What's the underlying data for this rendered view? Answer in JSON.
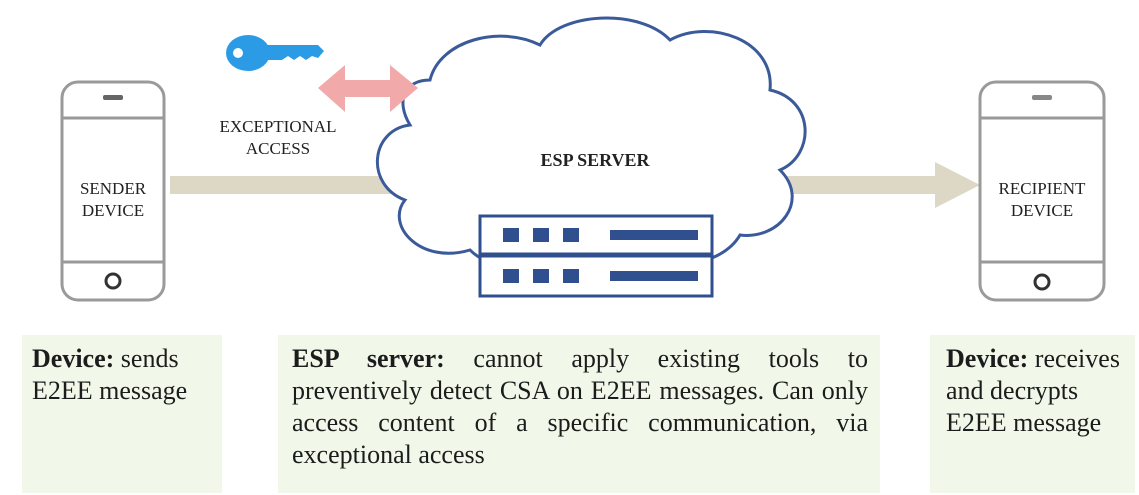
{
  "diagram": {
    "exceptional_access": "EXCEPTIONAL ACCESS",
    "server": "ESP SERVER",
    "sender": "SENDER DEVICE",
    "recipient": "RECIPIENT DEVICE"
  },
  "captions": {
    "sender": {
      "title": "Device:",
      "text": "sends E2EE message"
    },
    "server": {
      "title": "ESP server:",
      "text": "cannot apply existing tools to preventively detect CSA on E2EE messages. Can only access content of a specific communication, via exceptional access"
    },
    "recipient": {
      "title": "Device:",
      "text": "receives and decrypts E2EE message"
    }
  },
  "colors": {
    "flow_arrow": "#ddd8c6",
    "access_arrow": "#f1a9a9",
    "key": "#2c9be6",
    "server": "#2f4f8f",
    "phone": "#999999",
    "caption_bg": "#f1f8ea"
  },
  "icons": [
    "phone-icon",
    "key-icon",
    "cloud-icon",
    "server-rack-icon",
    "double-arrow-icon"
  ]
}
